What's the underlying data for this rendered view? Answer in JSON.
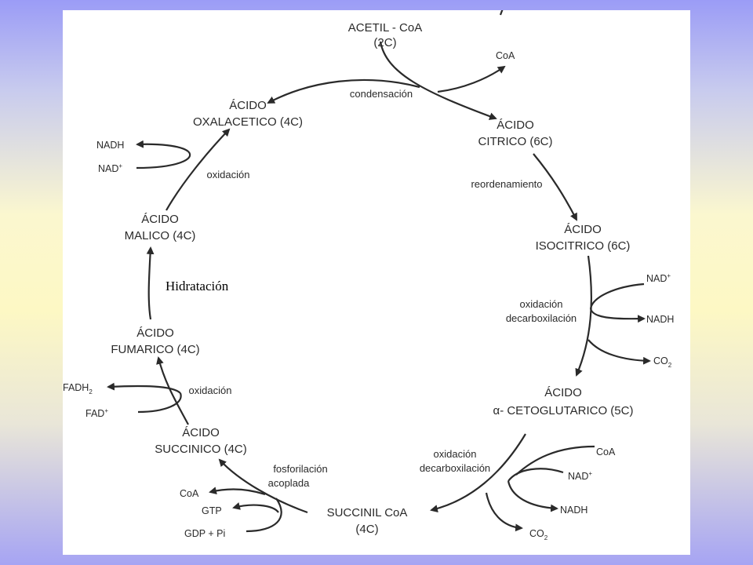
{
  "compounds": {
    "acetil_1": "ACETIL - CoA",
    "acetil_2": "(2C)",
    "citrico_1": "ÁCIDO",
    "citrico_2": "CITRICO (6C)",
    "isocitrico_1": "ÁCIDO",
    "isocitrico_2": "ISOCITRICO (6C)",
    "ceto_1": "ÁCIDO",
    "ceto_2": "α- CETOGLUTARICO (5C)",
    "succinil_1": "SUCCINIL CoA",
    "succinil_2": "(4C)",
    "succinico_1": "ÁCIDO",
    "succinico_2": "SUCCINICO (4C)",
    "fumarico_1": "ÁCIDO",
    "fumarico_2": "FUMARICO (4C)",
    "malico_1": "ÁCIDO",
    "malico_2": "MALICO (4C)",
    "oxal_1": "ÁCIDO",
    "oxal_2": "OXALACETICO (4C)"
  },
  "steps": {
    "condensacion": "condensación",
    "reordenamiento": "reordenamiento",
    "ox_decarbox_1_a": "oxidación",
    "ox_decarbox_1_b": "decarboxilación",
    "ox_decarbox_2_a": "oxidación",
    "ox_decarbox_2_b": "decarboxilación",
    "fosforilacion_a": "fosforilación",
    "fosforilacion_b": "acoplada",
    "oxidacion_fad": "oxidación",
    "oxidacion_nad": "oxidación",
    "hidratacion": "Hidratación"
  },
  "cofactors": {
    "coa_top": "CoA",
    "nad_1": "NAD",
    "nadh_1": "NADH",
    "co2_1": "CO",
    "coa_2": "CoA",
    "nad_2": "NAD",
    "nadh_2": "NADH",
    "co2_2": "CO",
    "coa_3": "CoA",
    "gtp": "GTP",
    "gdp": "GDP + Pi",
    "fadh": "FADH",
    "fad": "FAD",
    "nadh_3": "NADH",
    "nad_3": "NAD",
    "plus": "+",
    "sub2": "2"
  }
}
